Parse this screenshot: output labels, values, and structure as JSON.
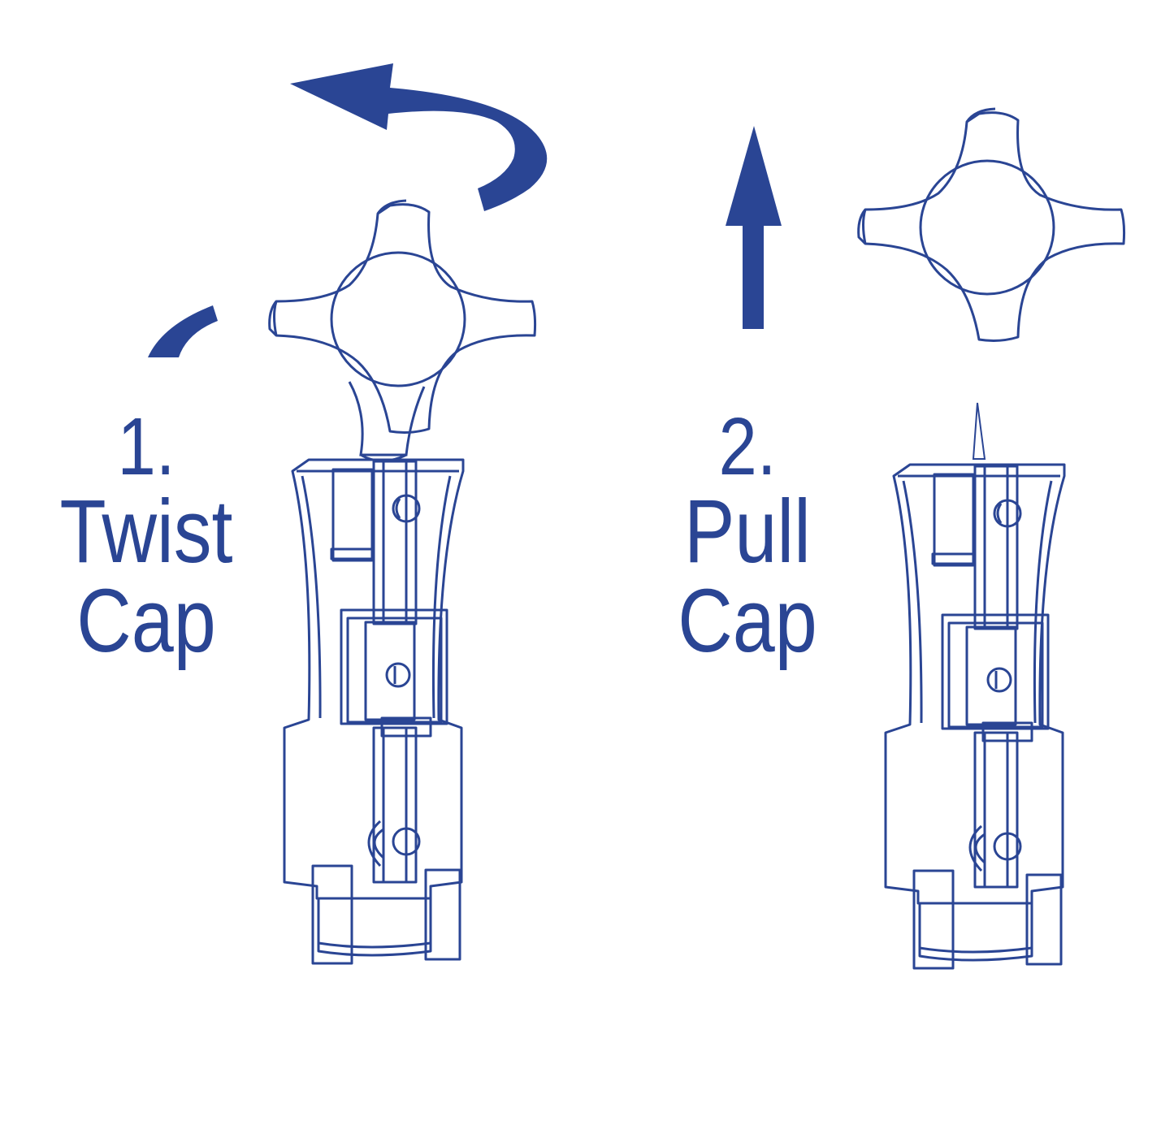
{
  "colors": {
    "accent": "#2a4594",
    "outline": "#2a4594",
    "background": "#ffffff"
  },
  "steps": [
    {
      "number": "1.",
      "line1": "Twist",
      "line2": "Cap",
      "icon": "twist-arrow-icon"
    },
    {
      "number": "2.",
      "line1": "Pull",
      "line2": "Cap",
      "icon": "up-arrow-icon"
    }
  ]
}
